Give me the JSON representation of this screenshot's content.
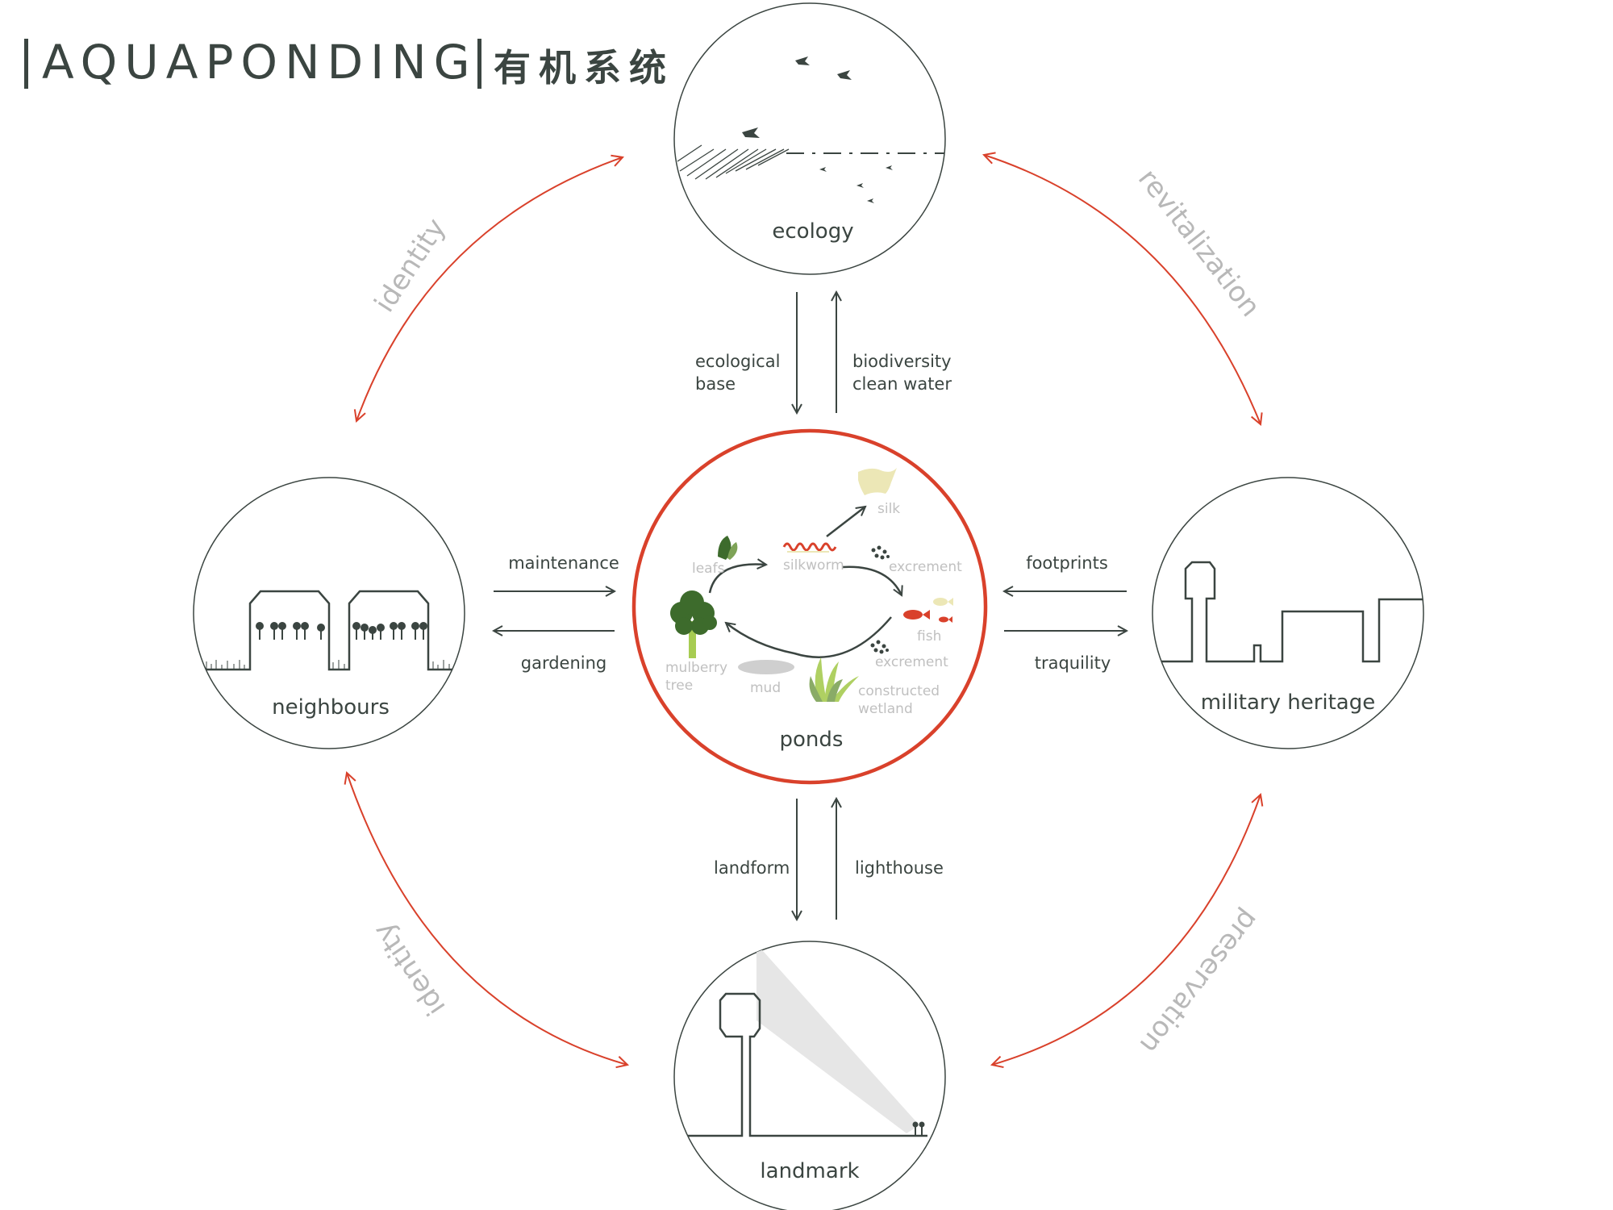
{
  "title": {
    "main": "AQUAPONDING",
    "chinese": "有机系统"
  },
  "colors": {
    "accent": "#d9412b",
    "ink": "#3b4541",
    "muted_label": "#b8b8b8",
    "leaf_green": "#3d6b2c",
    "silk_yellow": "#ece7b6",
    "mud_gray": "#cfcfcf",
    "wetland_green": "#a7cc52"
  },
  "nodes": {
    "ecology": "ecology",
    "neighbours": "neighbours",
    "ponds": "ponds",
    "military_heritage": "military heritage",
    "landmark": "landmark"
  },
  "links": {
    "ecological_base": [
      "ecological",
      "base"
    ],
    "biodiversity_clean_water": [
      "biodiversity",
      "clean water"
    ],
    "maintenance": "maintenance",
    "gardening": "gardening",
    "footprints": "footprints",
    "traquility": "traquility",
    "landform": "landform",
    "lighthouse": "lighthouse"
  },
  "outer_labels": {
    "identity_top": "identity",
    "revitalization": "revitalization",
    "identity_bottom": "identity",
    "preservation": "preservation"
  },
  "pond_cycle": {
    "leafs": "leafs",
    "silkworm": "silkworm",
    "silk": "silk",
    "excrement_1": "excrement",
    "fish": "fish",
    "excrement_2": "excrement",
    "mulberry_tree": [
      "mulberry",
      "tree"
    ],
    "mud": "mud",
    "constructed_wetland": [
      "constructed",
      "wetland"
    ]
  },
  "icons": [
    "bird-icon",
    "tower-icon",
    "tree-icon",
    "fish-icon",
    "silkworm-icon",
    "leaf-icon",
    "silk-icon",
    "wetland-icon",
    "mud-icon",
    "excrement-icon"
  ]
}
